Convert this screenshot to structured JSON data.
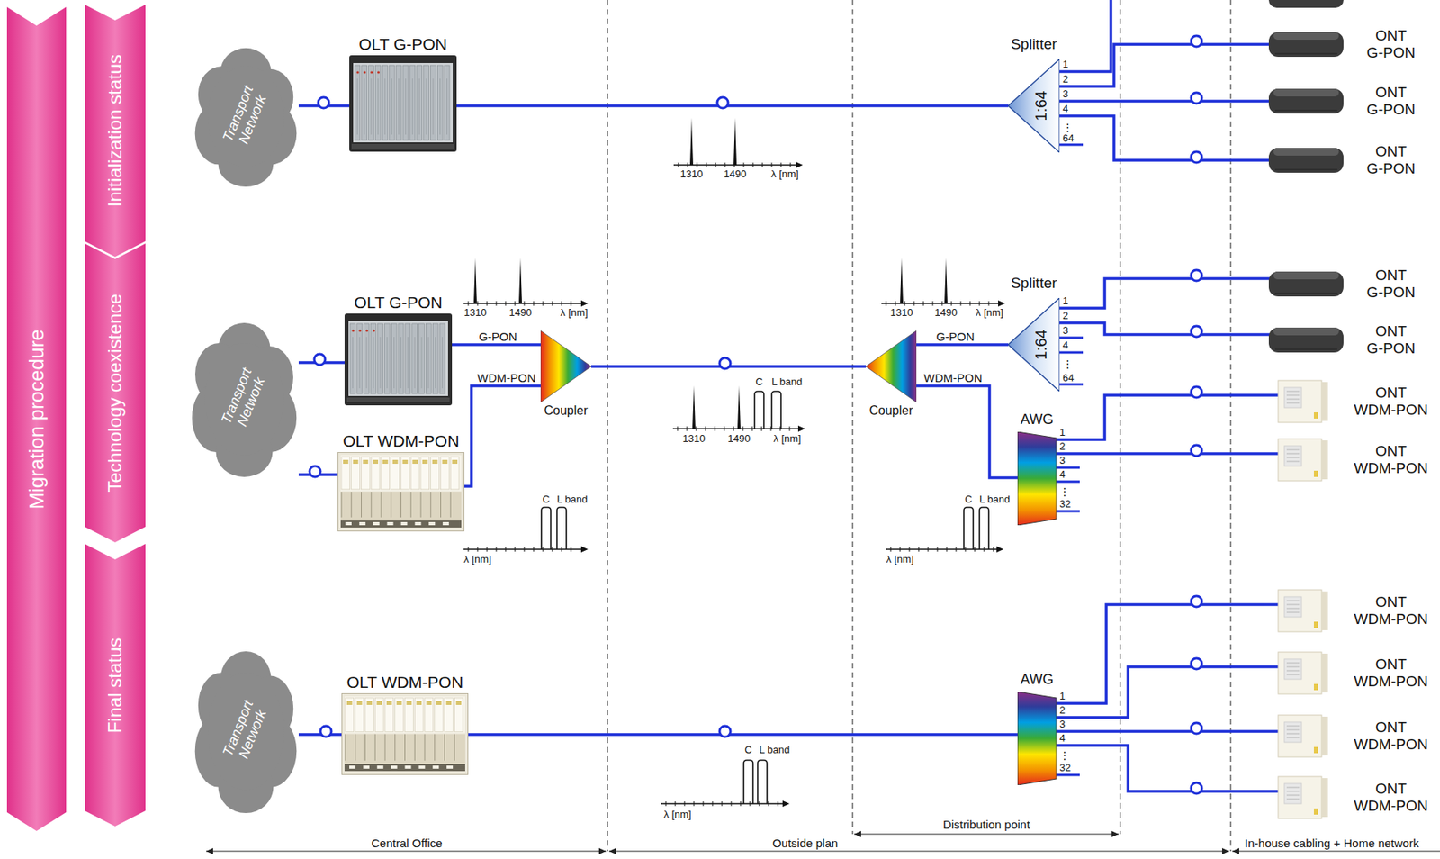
{
  "diagram": {
    "nodes": [
      {
        "text": [
          "Migration procedure"
        ]
      },
      {
        "text": [
          "Initialization status"
        ]
      },
      {
        "text": [
          "Technology coexistence"
        ]
      },
      {
        "text": [
          "Final status"
        ]
      },
      {
        "text": [
          "Transport Network"
        ]
      },
      {
        "text": [
          "OLT G-PON"
        ]
      },
      {
        "text": [
          "Splitter",
          "1:64"
        ]
      },
      {
        "text": [
          "ONT G-PON"
        ]
      },
      {
        "text": [
          "ONT G-PON"
        ]
      },
      {
        "text": [
          "ONT G-PON"
        ]
      },
      {
        "text": [
          "Transport Network"
        ]
      },
      {
        "text": [
          "OLT G-PON"
        ]
      },
      {
        "text": [
          "OLT WDM-PON"
        ]
      },
      {
        "text": [
          "Coupler"
        ]
      },
      {
        "text": [
          "Coupler"
        ]
      },
      {
        "text": [
          "Splitter",
          "1:64"
        ]
      },
      {
        "text": [
          "AWG"
        ]
      },
      {
        "text": [
          "ONT G-PON"
        ]
      },
      {
        "text": [
          "ONT G-PON"
        ]
      },
      {
        "text": [
          "ONT WDM-PON"
        ]
      },
      {
        "text": [
          "ONT WDM-PON"
        ]
      },
      {
        "text": [
          "Transport Network"
        ]
      },
      {
        "text": [
          "OLT WDM-PON"
        ]
      },
      {
        "text": [
          "AWG"
        ]
      },
      {
        "text": [
          "ONT WDM-PON"
        ]
      },
      {
        "text": [
          "ONT WDM-PON"
        ]
      },
      {
        "text": [
          "ONT WDM-PON"
        ]
      },
      {
        "text": [
          "ONT WDM-PON"
        ]
      }
    ],
    "edges": [
      {
        "from": 4,
        "to": 5,
        "arrow": "none"
      },
      {
        "from": 5,
        "to": 6,
        "arrow": "none"
      },
      {
        "from": 6,
        "to": 7,
        "arrow": "none"
      },
      {
        "from": 6,
        "to": 8,
        "arrow": "none"
      },
      {
        "from": 6,
        "to": 9,
        "arrow": "none"
      },
      {
        "from": 10,
        "to": 11,
        "arrow": "none"
      },
      {
        "from": 10,
        "to": 12,
        "arrow": "none"
      },
      {
        "from": 11,
        "to": 13,
        "label": "G-PON",
        "arrow": "none"
      },
      {
        "from": 12,
        "to": 13,
        "label": "WDM-PON",
        "arrow": "none"
      },
      {
        "from": 13,
        "to": 14,
        "arrow": "none"
      },
      {
        "from": 14,
        "to": 15,
        "label": "G-PON",
        "arrow": "none"
      },
      {
        "from": 14,
        "to": 16,
        "label": "WDM-PON",
        "arrow": "none"
      },
      {
        "from": 15,
        "to": 17,
        "arrow": "none"
      },
      {
        "from": 15,
        "to": 18,
        "arrow": "none"
      },
      {
        "from": 16,
        "to": 19,
        "arrow": "none"
      },
      {
        "from": 16,
        "to": 20,
        "arrow": "none"
      },
      {
        "from": 21,
        "to": 22,
        "arrow": "none"
      },
      {
        "from": 22,
        "to": 23,
        "arrow": "none"
      },
      {
        "from": 23,
        "to": 24,
        "arrow": "none"
      },
      {
        "from": 23,
        "to": 25,
        "arrow": "none"
      },
      {
        "from": 23,
        "to": 26,
        "arrow": "none"
      },
      {
        "from": 23,
        "to": 27,
        "arrow": "none"
      }
    ],
    "labels": [
      "1310",
      "1490",
      "λ [nm]",
      "1310",
      "1490",
      "λ [nm]",
      "1310",
      "1490",
      "λ [nm]",
      "C",
      "L band",
      "1310",
      "1490",
      "λ [nm]",
      "C",
      "L band",
      "λ [nm]",
      "C",
      "L band",
      "λ [nm]",
      "C",
      "L band",
      "λ [nm]",
      "1",
      "2",
      "3",
      "4",
      "⋮",
      "64",
      "1",
      "2",
      "3",
      "4",
      "⋮",
      "64",
      "1",
      "2",
      "3",
      "4",
      "⋮",
      "32",
      "1",
      "2",
      "3",
      "4",
      "⋮",
      "32",
      "Central Office",
      "Outside plan",
      "Distribution point",
      "In-house cabling + Home network"
    ]
  }
}
